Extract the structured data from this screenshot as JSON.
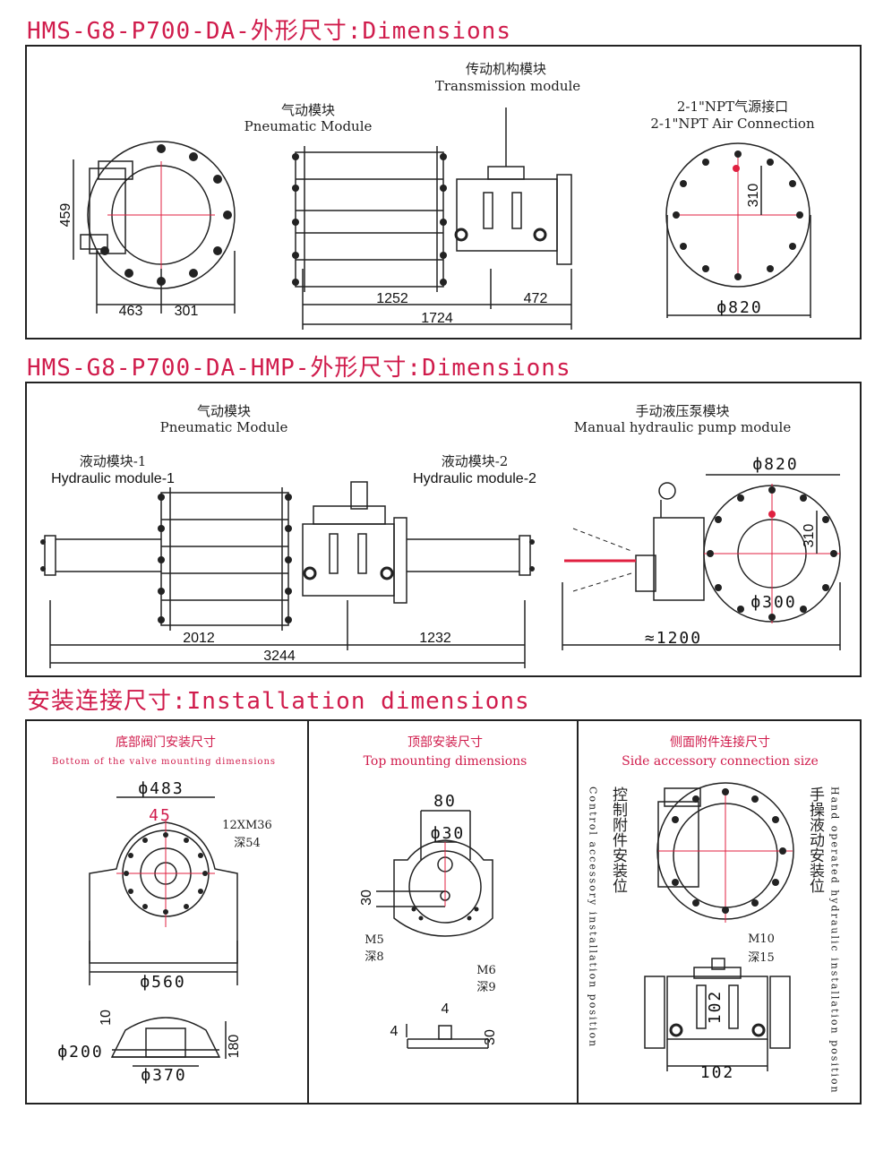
{
  "colors": {
    "accent": "#d01c4c",
    "line": "#222222",
    "center": "#e02040"
  },
  "sections": {
    "s1_title": "HMS-G8-P700-DA-外形尺寸:Dimensions",
    "s2_title": "HMS-G8-P700-DA-HMP-外形尺寸:Dimensions",
    "s3_title": "安装连接尺寸:Installation dimensions"
  },
  "panel1": {
    "transmission_cn": "传动机构模块",
    "transmission_en": "Transmission module",
    "pneumatic_cn": "气动模块",
    "pneumatic_en": "Pneumatic Module",
    "air_cn": "2-1\"NPT气源接口",
    "air_en": "2-1\"NPT Air Connection",
    "dim_459": "459",
    "dim_463": "463",
    "dim_301": "301",
    "dim_1252": "1252",
    "dim_472": "472",
    "dim_1724": "1724",
    "dim_310": "310",
    "dim_820": "ф820"
  },
  "panel2": {
    "pneumatic_cn": "气动模块",
    "pneumatic_en": "Pneumatic Module",
    "hyd1_cn": "液动模块-1",
    "hyd1_en": "Hydraulic module-1",
    "hyd2_cn": "液动模块-2",
    "hyd2_en": "Hydraulic module-2",
    "pump_cn": "手动液压泵模块",
    "pump_en": "Manual hydraulic pump module",
    "dim_820": "ф820",
    "dim_310": "310",
    "dim_300": "ф300",
    "dim_2012": "2012",
    "dim_1232": "1232",
    "dim_3244": "3244",
    "dim_1200": "≈1200"
  },
  "panel3": {
    "bottom_cn": "底部阀门安装尺寸",
    "bottom_en": "Bottom of the valve mounting dimensions",
    "d483": "ф483",
    "d45": "45",
    "bolt_spec": "12XM36",
    "bolt_depth": "深54",
    "d560": "ф560",
    "d10": "10",
    "d200": "ф200",
    "d180": "180",
    "d370": "ф370",
    "top_cn": "顶部安装尺寸",
    "top_en": "Top mounting dimensions",
    "t80": "80",
    "t30d": "ф30",
    "t30": "30",
    "m5": "M5",
    "m5_depth": "深8",
    "m6": "M6",
    "m6_depth": "深9",
    "t4a": "4",
    "t4b": "4",
    "t30b": "30",
    "side_cn": "侧面附件连接尺寸",
    "side_en": "Side accessory connection size",
    "ctrl_cn": "控制附件安装位",
    "ctrl_en": "Control accessory installation position",
    "hand_cn": "手操液动安装位",
    "hand_en": "Hand operated hydraulic installation position",
    "m10": "M10",
    "m10_depth": "深15",
    "s102a": "102",
    "s102b": "102"
  }
}
